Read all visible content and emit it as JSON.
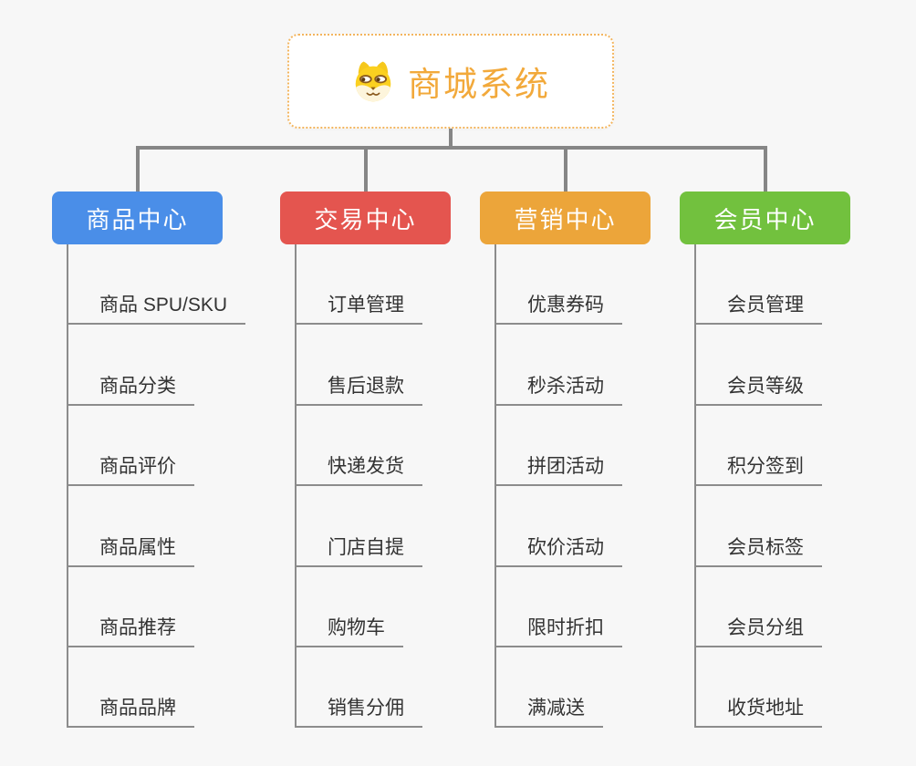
{
  "page": {
    "background": "#F7F7F7",
    "connector_color": "#868686",
    "underline_color": "#8C8C8C"
  },
  "root": {
    "title": "商城系统",
    "icon": "shiba-dog-icon",
    "text_color": "#F2A93B",
    "border_color": "#F3B55E"
  },
  "branches": [
    {
      "label": "商品中心",
      "color": "#4A8EE8",
      "items": [
        "商品 SPU/SKU",
        "商品分类",
        "商品评价",
        "商品属性",
        "商品推荐",
        "商品品牌"
      ]
    },
    {
      "label": "交易中心",
      "color": "#E4554F",
      "items": [
        "订单管理",
        "售后退款",
        "快递发货",
        "门店自提",
        "购物车",
        "销售分佣"
      ]
    },
    {
      "label": "营销中心",
      "color": "#ECA53A",
      "items": [
        "优惠券码",
        "秒杀活动",
        "拼团活动",
        "砍价活动",
        "限时折扣",
        "满减送"
      ]
    },
    {
      "label": "会员中心",
      "color": "#72C13E",
      "items": [
        "会员管理",
        "会员等级",
        "积分签到",
        "会员标签",
        "会员分组",
        "收货地址"
      ]
    }
  ]
}
